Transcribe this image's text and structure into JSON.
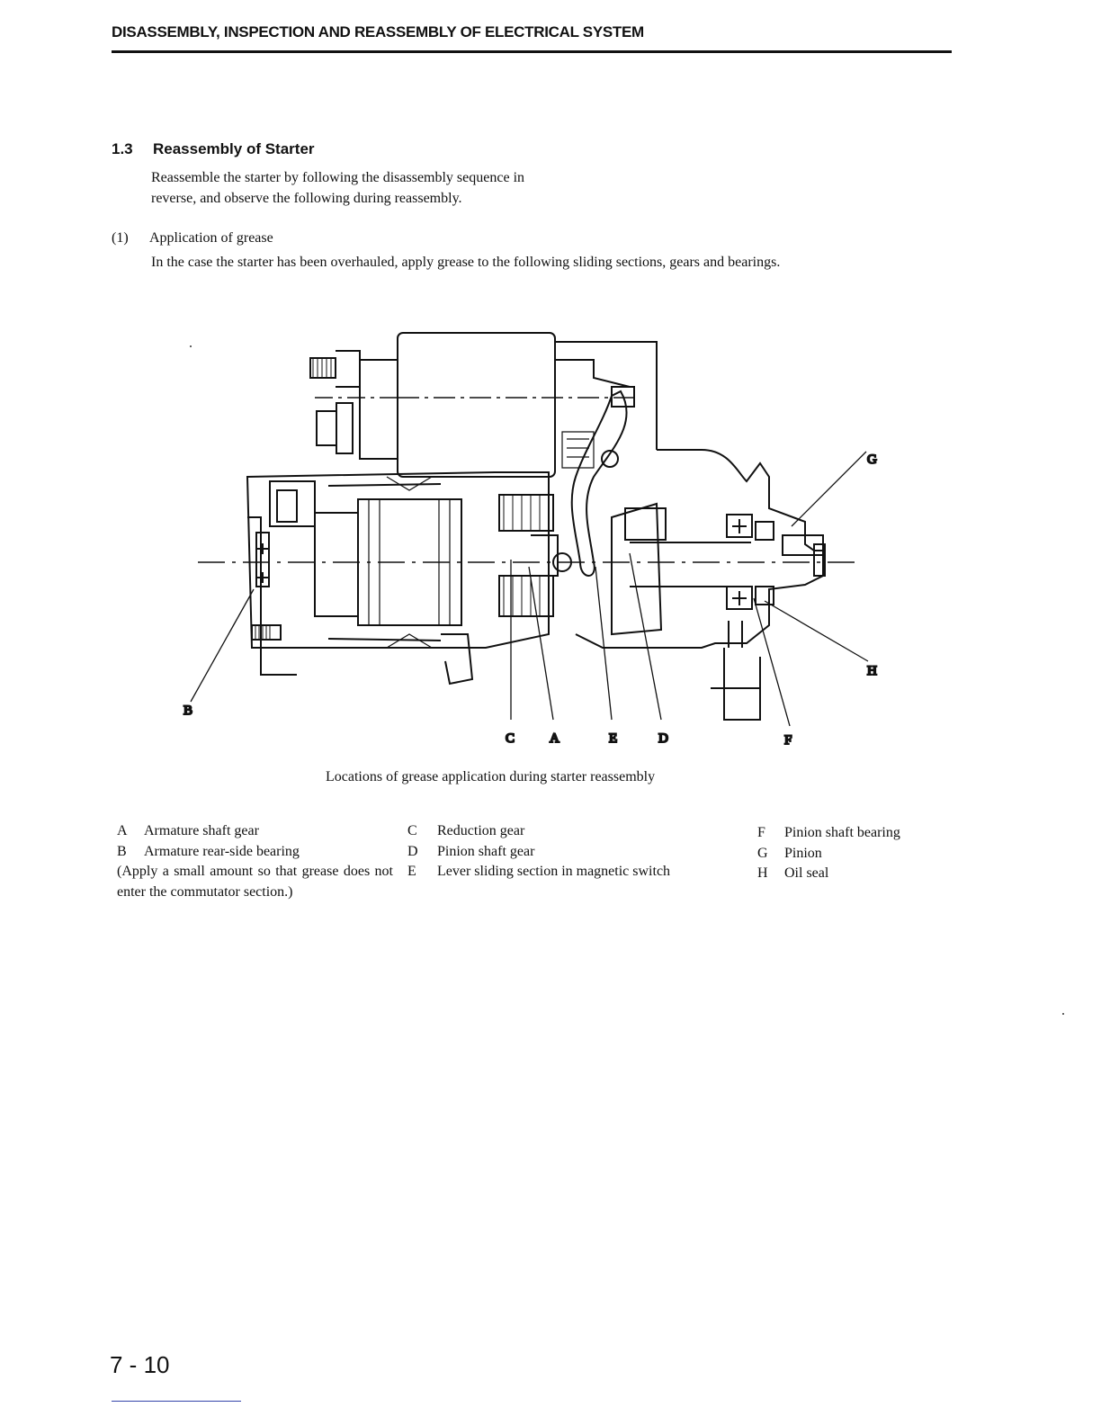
{
  "header": {
    "title": "DISASSEMBLY, INSPECTION AND REASSEMBLY OF ELECTRICAL SYSTEM"
  },
  "section": {
    "number": "1.3",
    "title": "Reassembly of Starter",
    "intro": "Reassemble the starter by following the disassembly sequence in reverse, and observe the following during reassembly."
  },
  "item1": {
    "marker": "(1)",
    "title": "Application of grease",
    "body": "In the case the starter has been overhauled, apply grease to the following sliding sections, gears and bearings."
  },
  "figure": {
    "callouts": {
      "A": "A",
      "B": "B",
      "C": "C",
      "D": "D",
      "E": "E",
      "F": "F",
      "G": "G",
      "H": "H"
    },
    "caption": "Locations of grease application during starter reassembly"
  },
  "legend": {
    "col1": [
      {
        "letter": "A",
        "text": "Armature shaft gear"
      },
      {
        "letter": "B",
        "text": "Armature rear-side bearing"
      }
    ],
    "col1_note": "(Apply a small amount so that grease does not enter the commutator section.)",
    "col2": [
      {
        "letter": "C",
        "text": "Reduction gear"
      },
      {
        "letter": "D",
        "text": "Pinion shaft gear"
      },
      {
        "letter": "E",
        "text": "Lever sliding section in magnetic switch"
      }
    ],
    "col3": [
      {
        "letter": "F",
        "text": "Pinion shaft bearing"
      },
      {
        "letter": "G",
        "text": "Pinion"
      },
      {
        "letter": "H",
        "text": "Oil seal"
      }
    ]
  },
  "footer": {
    "page_number": "7 - 10"
  }
}
